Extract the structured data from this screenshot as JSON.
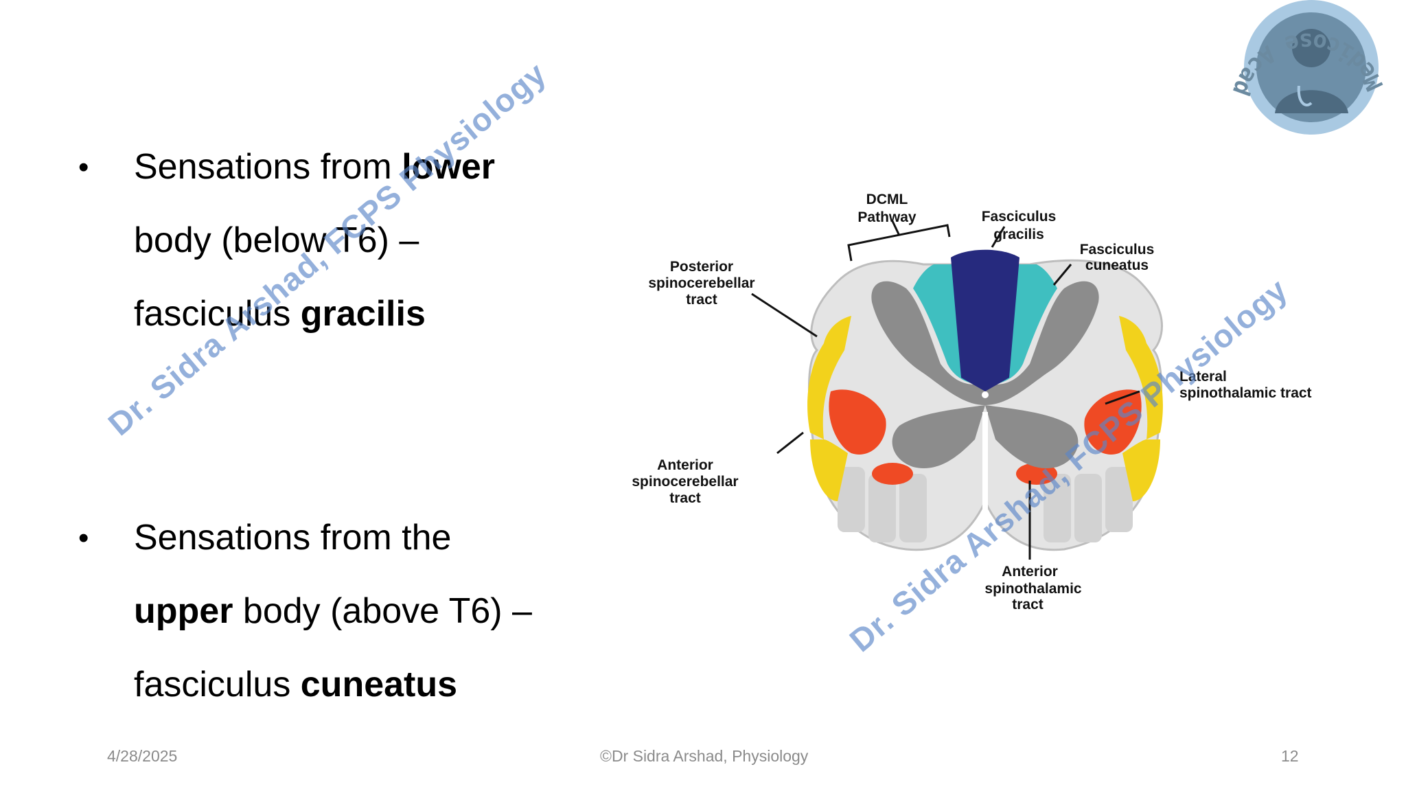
{
  "bullets": [
    {
      "line1_pre": "Sensations from ",
      "line1_bold": "lower",
      "line2": "body (below T6) –",
      "line3_pre": "fasciculus ",
      "line3_bold": "gracilis"
    },
    {
      "line1": "Sensations from the",
      "line2_bold": "upper",
      "line2_post": " body (above T6) –",
      "line3_pre": "fasciculus ",
      "line3_bold": "cuneatus"
    }
  ],
  "diagram": {
    "labels": {
      "dcml_1": "DCML",
      "dcml_2": "Pathway",
      "gracilis_1": "Fasciculus",
      "gracilis_2": "gracilis",
      "cuneatus_1": "Fasciculus",
      "cuneatus_2": "cuneatus",
      "post_spino_1": "Posterior",
      "post_spino_2": "spinocerebellar",
      "post_spino_3": "tract",
      "lat_spino_1": "Lateral",
      "lat_spino_2": "spinothalamic tract",
      "ant_spinocer_1": "Anterior",
      "ant_spinocer_2": "spinocerebellar",
      "ant_spinocer_3": "tract",
      "ant_spinothal_1": "Anterior",
      "ant_spinothal_2": "spinothalamic",
      "ant_spinothal_3": "tract"
    },
    "colors": {
      "gracilis": "#262a7e",
      "cuneatus": "#3fbfc0",
      "spinocerebellar": "#f2d21c",
      "spinothalamic": "#ef4a24",
      "gray_matter": "#8c8c8c",
      "white_matter": "#e4e4e4"
    }
  },
  "watermark": "Dr. Sidra Arshad, FCPS Physiology",
  "logo_text": "Medicose Academics",
  "footer": {
    "date": "4/28/2025",
    "copyright": "©Dr Sidra Arshad, Physiology",
    "page": "12"
  }
}
